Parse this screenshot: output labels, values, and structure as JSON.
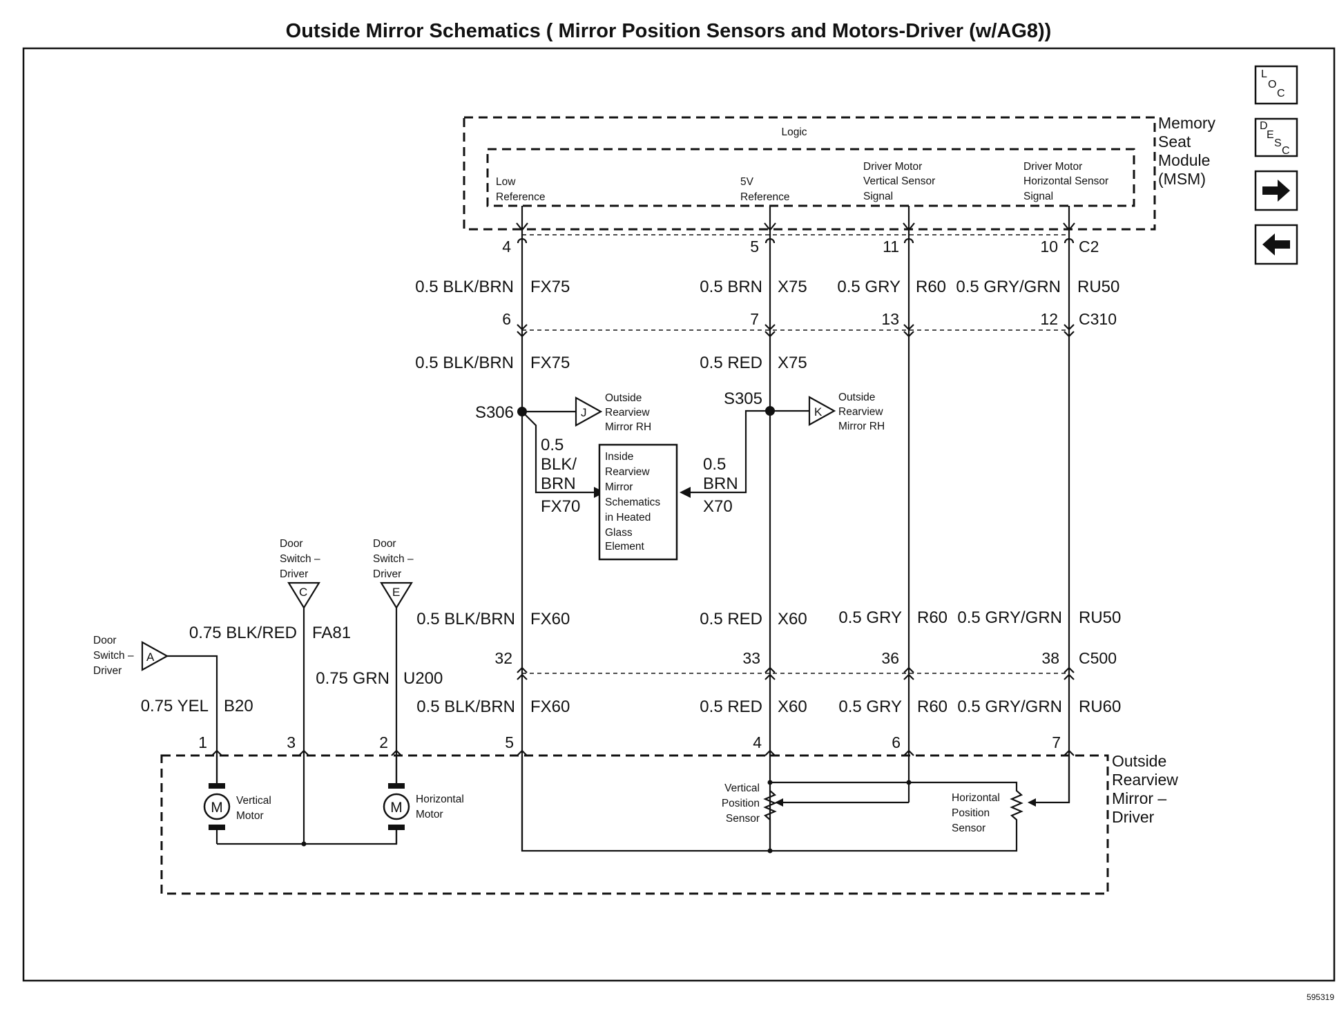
{
  "title": "Outside Mirror Schematics ( Mirror Position Sensors and Motors-Driver (w/AG8))",
  "figure_number": "595319",
  "nav": {
    "loc": {
      "l": "L",
      "o": "O",
      "c": "C"
    },
    "desc": {
      "d": "D",
      "e": "E",
      "s": "S",
      "c": "C"
    }
  },
  "msm": {
    "name_lines": [
      "Memory",
      "Seat",
      "Module",
      "(MSM)"
    ],
    "logic_label": "Logic",
    "low_ref": [
      "Low",
      "Reference"
    ],
    "five_v_ref": [
      "5V",
      "Reference"
    ],
    "vert_signal": [
      "Driver Motor",
      "Vertical Sensor",
      "Signal"
    ],
    "horiz_signal": [
      "Driver Motor",
      "Horizontal Sensor",
      "Signal"
    ]
  },
  "connectors": {
    "c2": "C2",
    "c310": "C310",
    "c500": "C500"
  },
  "pins": {
    "c2": [
      "4",
      "5",
      "11",
      "10"
    ],
    "c310": [
      "6",
      "7",
      "13",
      "12"
    ],
    "c500": [
      "32",
      "33",
      "36",
      "38"
    ],
    "mirror": [
      "1",
      "3",
      "2",
      "5",
      "4",
      "6",
      "7"
    ]
  },
  "wires": {
    "row1": {
      "fx75_color": "0.5 BLK/BRN",
      "fx75_ckt": "FX75",
      "x75_color": "0.5 BRN",
      "x75_ckt": "X75",
      "r60_color": "0.5 GRY",
      "r60_ckt": "R60",
      "ru50_color": "0.5 GRY/GRN",
      "ru50_ckt": "RU50"
    },
    "row2": {
      "fx75_color": "0.5 BLK/BRN",
      "fx75_ckt": "FX75",
      "x75_color": "0.5 RED",
      "x75_ckt": "X75"
    },
    "row3": {
      "fx60_color": "0.5 BLK/BRN",
      "fx60_ckt": "FX60",
      "x60_color": "0.5 RED",
      "x60_ckt": "X60",
      "r60_color": "0.5 GRY",
      "r60_ckt": "R60",
      "ru50_color": "0.5 GRY/GRN",
      "ru50_ckt": "RU50"
    },
    "row4": {
      "fx60_color": "0.5 BLK/BRN",
      "fx60_ckt": "FX60",
      "x60_color": "0.5 RED",
      "x60_ckt": "X60",
      "r60_color": "0.5 GRY",
      "r60_ckt": "R60",
      "ru60_color": "0.5 GRY/GRN",
      "ru60_ckt": "RU60"
    },
    "fa81_color": "0.75 BLK/RED",
    "fa81_ckt": "FA81",
    "u200_color": "0.75 GRN",
    "u200_ckt": "U200",
    "b20_color": "0.75 YEL",
    "b20_ckt": "B20",
    "fx70_color": [
      "0.5",
      "BLK/",
      "BRN"
    ],
    "fx70_ckt": "FX70",
    "x70_color": [
      "0.5",
      "BRN"
    ],
    "x70_ckt": "X70"
  },
  "splices": {
    "s306": "S306",
    "s305": "S305"
  },
  "refs": {
    "j_letter": "J",
    "j_label": [
      "Outside",
      "Rearview",
      "Mirror RH"
    ],
    "k_letter": "K",
    "k_label": [
      "Outside",
      "Rearview",
      "Mirror RH"
    ],
    "a_letter": "A",
    "a_label": [
      "Door",
      "Switch –",
      "Driver"
    ],
    "c_letter": "C",
    "c_label": [
      "Door",
      "Switch –",
      "Driver"
    ],
    "e_letter": "E",
    "e_label": [
      "Door",
      "Switch –",
      "Driver"
    ]
  },
  "inside_mirror_box": [
    "Inside",
    "Rearview",
    "Mirror",
    "Schematics",
    "in Heated",
    "Glass",
    "Element"
  ],
  "mirror_module": {
    "name_lines": [
      "Outside",
      "Rearview",
      "Mirror –",
      "Driver"
    ],
    "motor_symbol": "M",
    "vertical_motor": [
      "Vertical",
      "Motor"
    ],
    "horizontal_motor": [
      "Horizontal",
      "Motor"
    ],
    "vertical_sensor": [
      "Vertical",
      "Position",
      "Sensor"
    ],
    "horizontal_sensor": [
      "Horizontal",
      "Position",
      "Sensor"
    ]
  }
}
